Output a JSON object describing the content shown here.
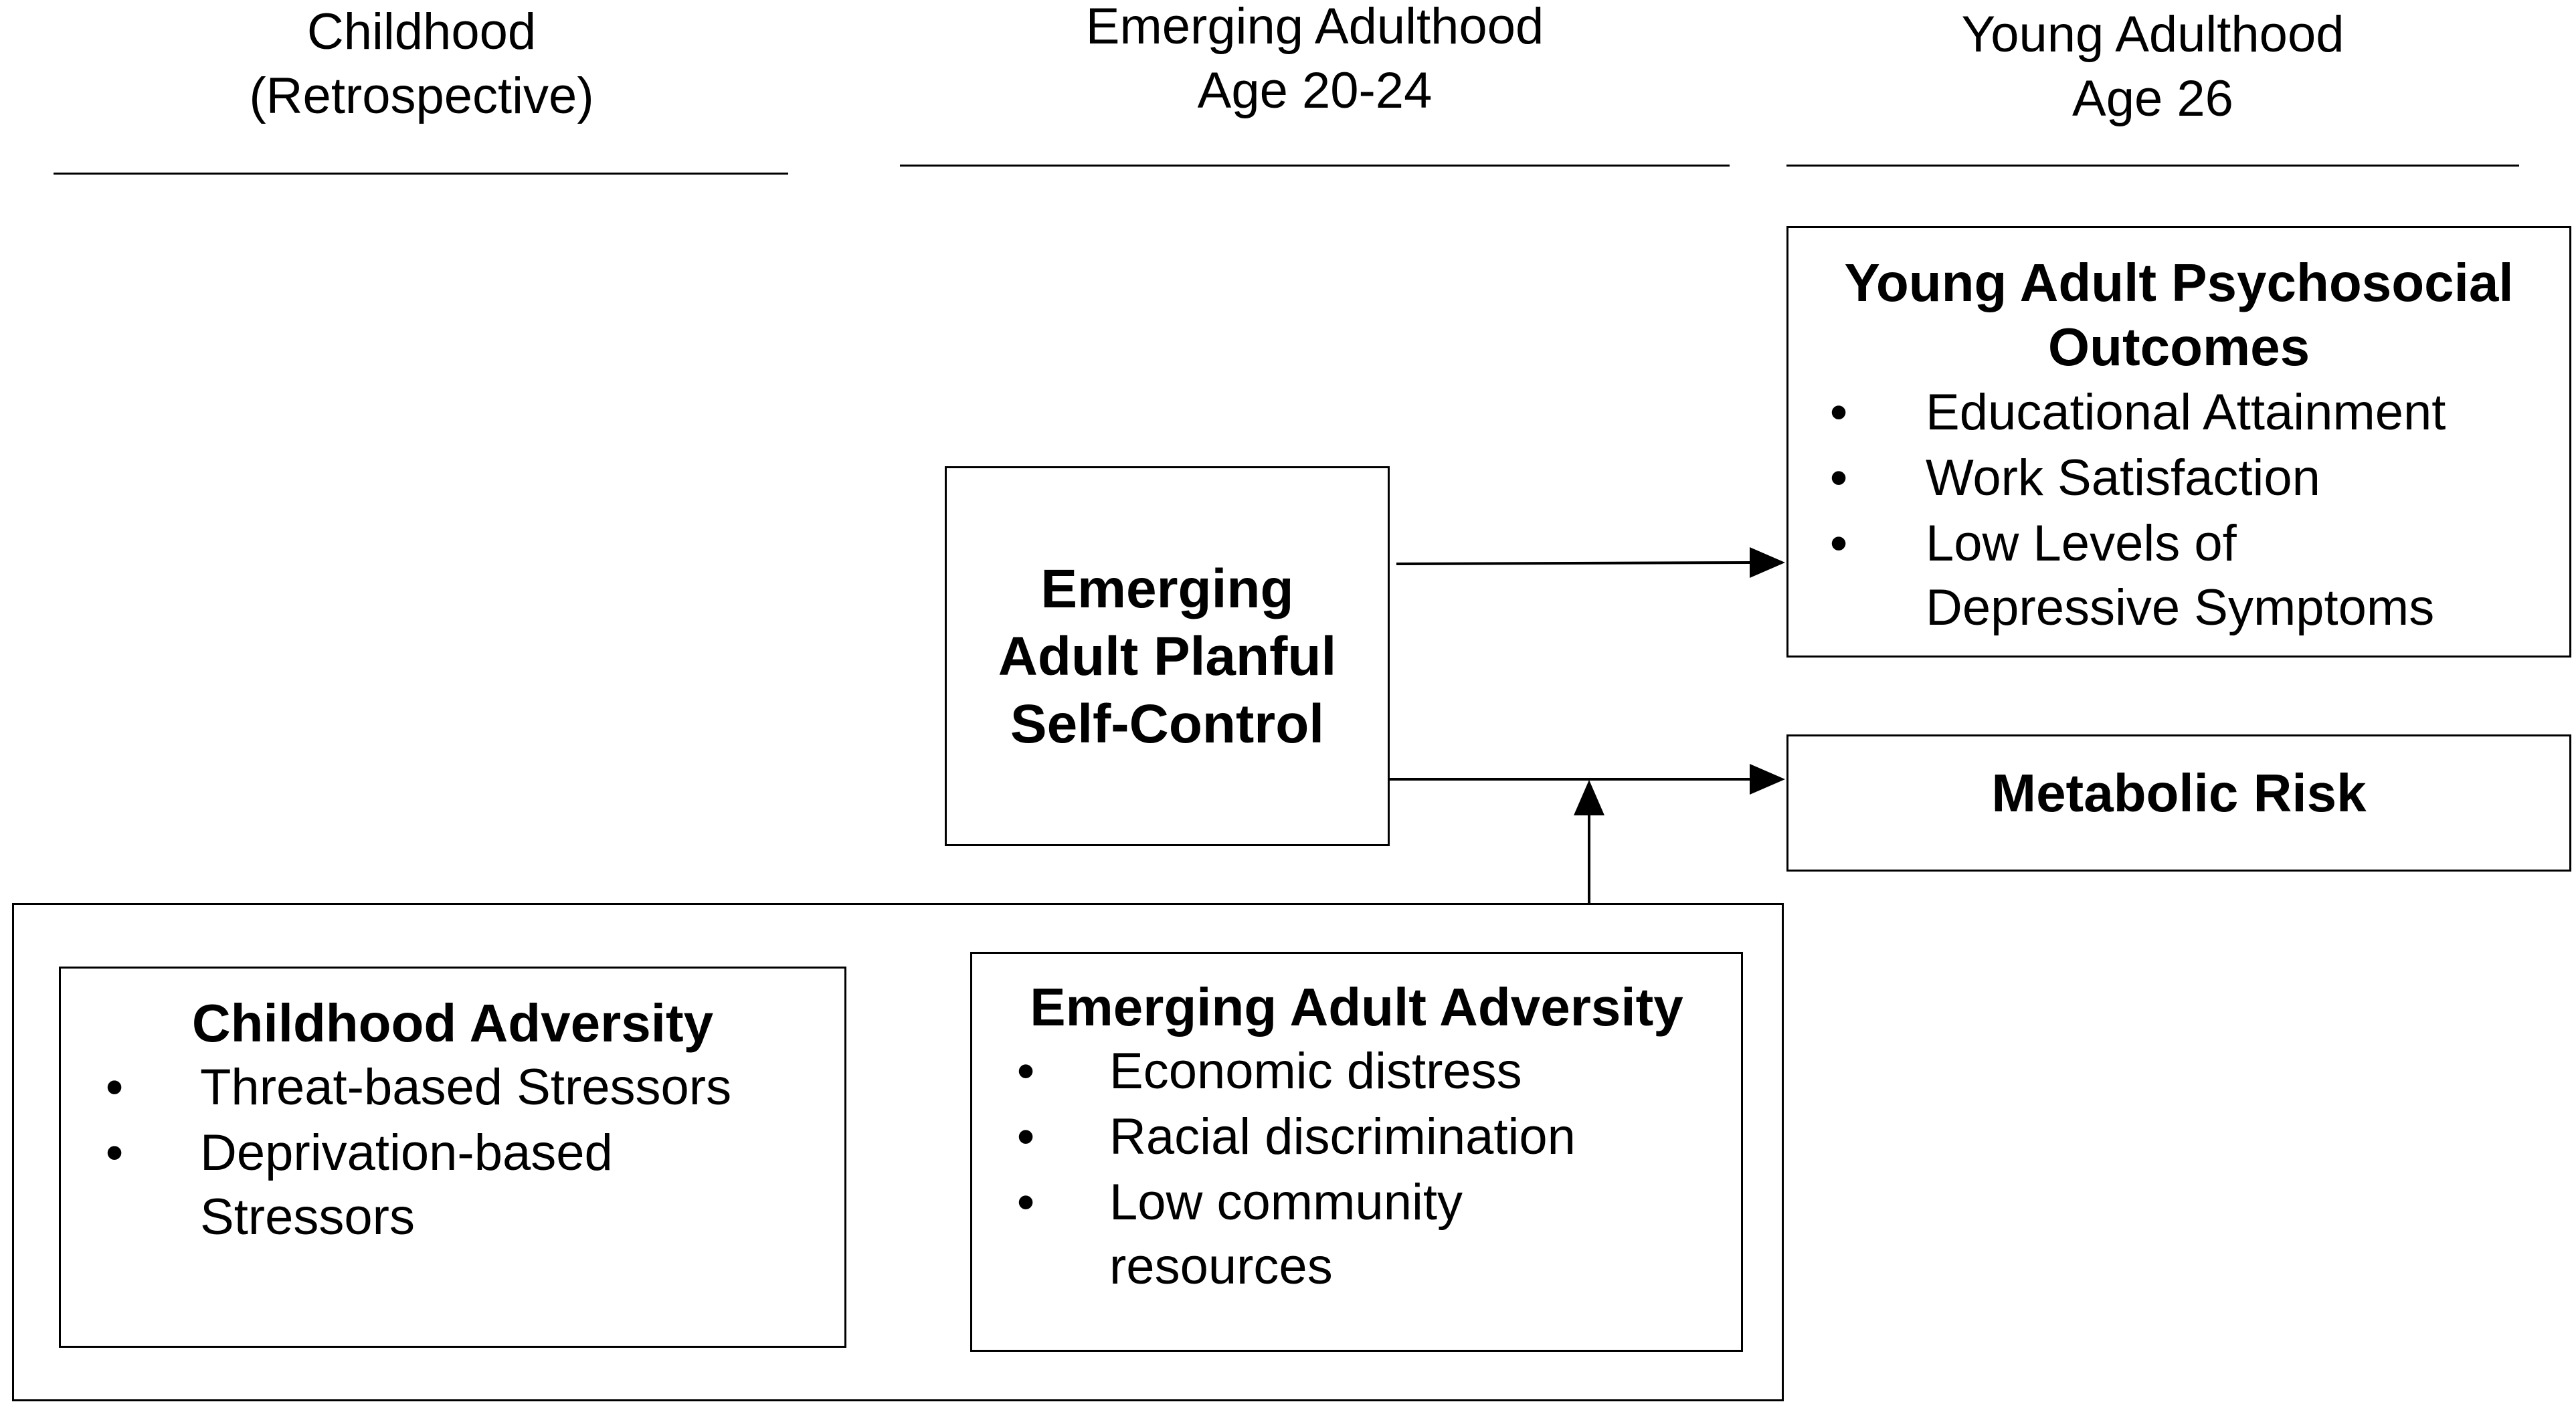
{
  "headers": {
    "childhood": [
      "Childhood",
      "(Retrospective)"
    ],
    "emerging": [
      "Emerging Adulthood",
      "Age 20-24"
    ],
    "young": [
      "Young Adulthood",
      "Age 26"
    ]
  },
  "planful": {
    "title_lines": [
      "Emerging",
      "Adult Planful",
      "Self-Control"
    ]
  },
  "outcomes": {
    "title_lines": [
      "Young Adult Psychosocial",
      "Outcomes"
    ],
    "items": [
      [
        "Educational Attainment"
      ],
      [
        "Work Satisfaction"
      ],
      [
        "Low Levels of",
        "Depressive Symptoms"
      ]
    ]
  },
  "metabolic": {
    "title": "Metabolic Risk"
  },
  "childhood_adversity": {
    "title": "Childhood Adversity",
    "items": [
      [
        "Threat-based Stressors"
      ],
      [
        "Deprivation-based",
        "Stressors"
      ]
    ]
  },
  "emerging_adversity": {
    "title": "Emerging Adult Adversity",
    "items": [
      [
        "Economic distress"
      ],
      [
        "Racial discrimination"
      ],
      [
        "Low community",
        "resources"
      ]
    ]
  },
  "bullet_glyph": "•"
}
